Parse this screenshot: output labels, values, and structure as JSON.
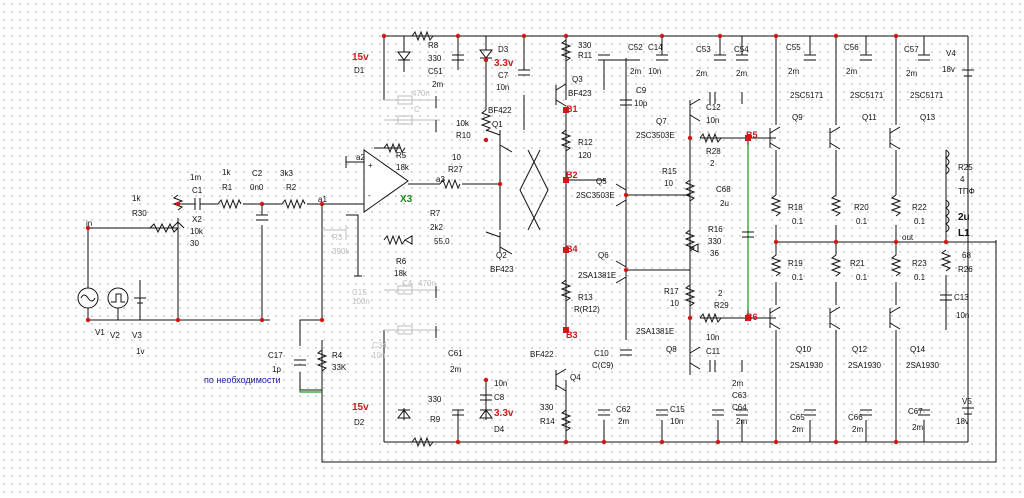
{
  "nets": {
    "b1": "B1",
    "b2": "B2",
    "b3": "B3",
    "b4": "B4",
    "b5": "B5",
    "b6": "B6",
    "a1": "a1",
    "a2": "a2",
    "a3": "a3",
    "in": "in",
    "out": "out"
  },
  "supplies": {
    "v15_top": "15v",
    "v15_bot": "15v",
    "v33_top": "3.3v",
    "v33_bot": "3.3v",
    "v4_name": "V4",
    "v4_val": "18v",
    "v5_name": "V5",
    "v5_val": "18v",
    "v1": "V1",
    "v2": "V2",
    "v3": "V3",
    "v3_val": "1v"
  },
  "opamp": {
    "name": "X3",
    "plus": "+",
    "minus": "-"
  },
  "note": "по необходимости",
  "parts": {
    "r30_a": "1k",
    "r30_b": "R30",
    "c1_a": "1m",
    "c1_b": "C1",
    "r1_a": "1k",
    "r1_b": "R1",
    "c2_a": "C2",
    "c2_b": "0n0",
    "r2_a": "3k3",
    "r2_b": "R2",
    "x2_a": "X2",
    "x2_b": "10k",
    "x2_c": "30",
    "r8_a": "R8",
    "r8_b": "330",
    "c51_a": "C51",
    "c51_b": "2m",
    "d1": "D1",
    "d2": "D2",
    "d3": "D3",
    "d4": "D4",
    "c7_a": "C7",
    "c7_b": "10n",
    "r11_a": "330",
    "r11_b": "R11",
    "q3_a": "Q3",
    "q3_b": "BF423",
    "c52_a": "C52",
    "c52_b": "2m",
    "c14_a": "C14",
    "c14_b": "10n",
    "c53_a": "C53",
    "c53_b": "2m",
    "c54_a": "C54",
    "c54_b": "2m",
    "c55_a": "C55",
    "c55_b": "2m",
    "c56_a": "C56",
    "c56_b": "2m",
    "c57_a": "C57",
    "c57_b": "2m",
    "c9_a": "C9",
    "c9_b": "10p",
    "q7_a": "Q7",
    "q7_b": "2SC3503E",
    "c12_a": "C12",
    "c12_b": "10n",
    "q9_a": "2SC5171",
    "q9_b": "Q9",
    "q11_a": "2SC5171",
    "q11_b": "Q11",
    "q13_a": "2SC5171",
    "q13_b": "Q13",
    "q1_a": "BF422",
    "q1_b": "Q1",
    "r10_a": "10k",
    "r10_b": "R10",
    "r5_a": "R5",
    "r5_b": "18k",
    "r27_a": "10",
    "r27_b": "R27",
    "r12_a": "R12",
    "r12_b": "120",
    "r28_a": "R28",
    "r28_b": "2",
    "r25_a": "R25",
    "r25_b": "4",
    "r25_c": "ТПФ",
    "l1_a": "2u",
    "l1_b": "L1",
    "q5_a": "Q5",
    "q5_b": "2SC3503E",
    "r15_a": "R15",
    "r15_b": "10",
    "c68_a": "C68",
    "c68_b": "2u",
    "r18_a": "R18",
    "r18_b": "0.1",
    "r20_a": "R20",
    "r20_b": "0.1",
    "r22_a": "R22",
    "r22_b": "0.1",
    "r7_a": "R7",
    "r7_b": "2k2",
    "r7_c": "55.0",
    "r16_a": "R16",
    "r16_b": "330",
    "r16_c": "36",
    "q2_a": "Q2",
    "q2_b": "BF423",
    "r6_a": "R6",
    "r6_b": "18k",
    "q6_a": "Q6",
    "q6_b": "2SA1381E",
    "r19_a": "R19",
    "r19_b": "0.1",
    "r21_a": "R21",
    "r21_b": "0.1",
    "r23_a": "R23",
    "r23_b": "0.1",
    "r26_a": "68",
    "r26_b": "R26",
    "r17_a": "R17",
    "r17_b": "10",
    "r13_a": "R13",
    "r13_b": "R(R12)",
    "r29_a": "2",
    "r29_b": "R29",
    "c13_a": "C13",
    "c13_b": "10n",
    "q8_a": "2SA1381E",
    "q8_b": "Q8",
    "c10_a": "C10",
    "c10_b": "C(C9)",
    "c11_a": "10n",
    "c11_b": "C11",
    "c17_a": "C17",
    "c17_b": "1p",
    "r4_a": "R4",
    "r4_b": "33K",
    "c61_a": "C61",
    "c61_b": "2m",
    "q10_a": "Q10",
    "q10_b": "2SA1930",
    "q12_a": "Q12",
    "q12_b": "2SA1930",
    "q14_a": "Q14",
    "q14_b": "2SA1930",
    "q4_a": "BF422",
    "q4_b": "Q4",
    "c8_a": "10n",
    "c8_b": "C8",
    "c63_a": "2m",
    "c63_b": "C63",
    "c64_a": "C64",
    "c64_b": "2m",
    "r9_a": "330",
    "r9_b": "R9",
    "r14_a": "330",
    "r14_b": "R14",
    "c62_a": "C62",
    "c62_b": "2m",
    "c15_a": "C15",
    "c15_b": "10n",
    "c65_a": "C65",
    "c65_b": "2m",
    "c66_a": "C66",
    "c66_b": "2m",
    "c67_a": "C67",
    "c67_b": "2m"
  },
  "ghosts": {
    "g1": "470n",
    "g2": "C",
    "g3": "R3",
    "g4": "390k",
    "g5": "C15",
    "g6": "100n",
    "g7": "C4",
    "g8": "470n",
    "g9": "C34",
    "g10": "10n"
  }
}
